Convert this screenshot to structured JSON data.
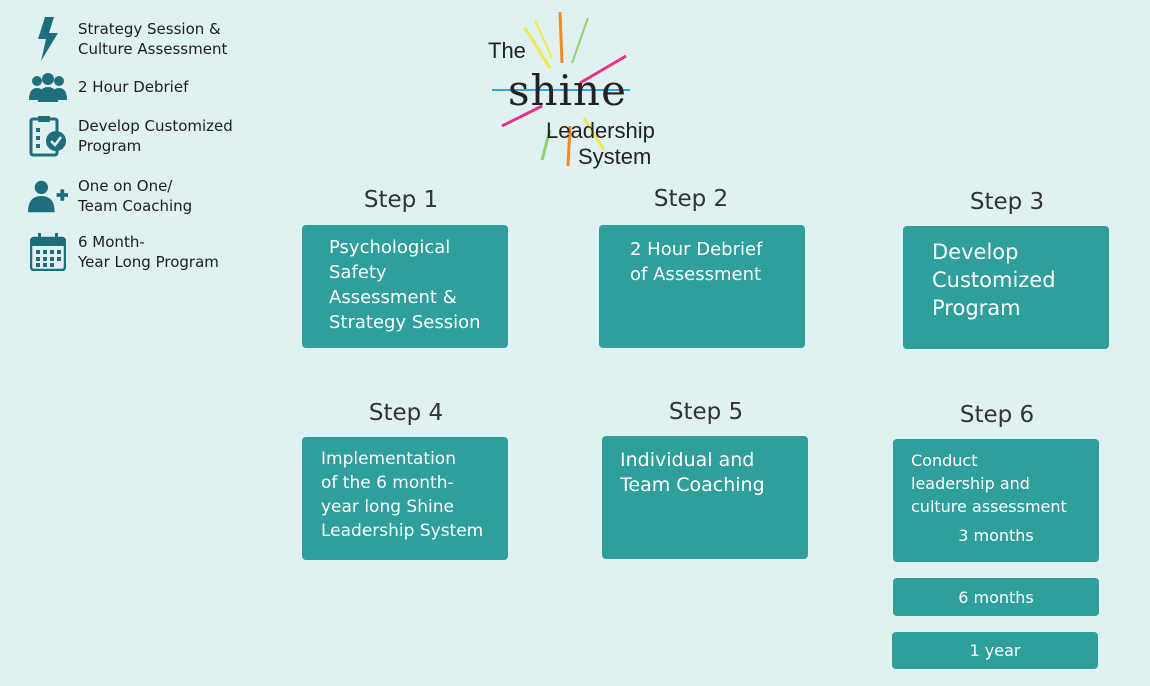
{
  "legend": [
    {
      "icon": "lightning-icon",
      "label": "Strategy Session &\nCulture Assessment"
    },
    {
      "icon": "group-icon",
      "label": "2 Hour Debrief"
    },
    {
      "icon": "clipboard-check-icon",
      "label": "Develop Customized\nProgram"
    },
    {
      "icon": "user-add-icon",
      "label": "One on One/\nTeam Coaching"
    },
    {
      "icon": "calendar-icon",
      "label": "6 Month-\nYear Long Program"
    }
  ],
  "logo": {
    "the": "The",
    "shine": "shine",
    "leadership": "Leadership",
    "system": "System",
    "ray_colors": [
      "#f2e94e",
      "#f08a24",
      "#8fd16a",
      "#e6338c",
      "#2aa9e0",
      "#7dd3c0"
    ]
  },
  "steps": [
    {
      "title": "Step 1",
      "text": "Psychological\nSafety\nAssessment &\nStrategy Session"
    },
    {
      "title": "Step 2",
      "text": "2 Hour Debrief\nof Assessment"
    },
    {
      "title": "Step 3",
      "text": "Develop\nCustomized\nProgram"
    },
    {
      "title": "Step 4",
      "text": "Implementation\nof the 6 month-\nyear long Shine\nLeadership System"
    },
    {
      "title": "Step 5",
      "text": "Individual and\nTeam Coaching"
    },
    {
      "title": "Step 6",
      "text": "Conduct\nleadership and\nculture assessment",
      "sub": "3 months"
    }
  ],
  "extra_intervals": [
    "6 months",
    "1 year"
  ],
  "colors": {
    "background": "#e0f1f1",
    "card": "#2e9f9b",
    "icon": "#1f6e7d"
  }
}
